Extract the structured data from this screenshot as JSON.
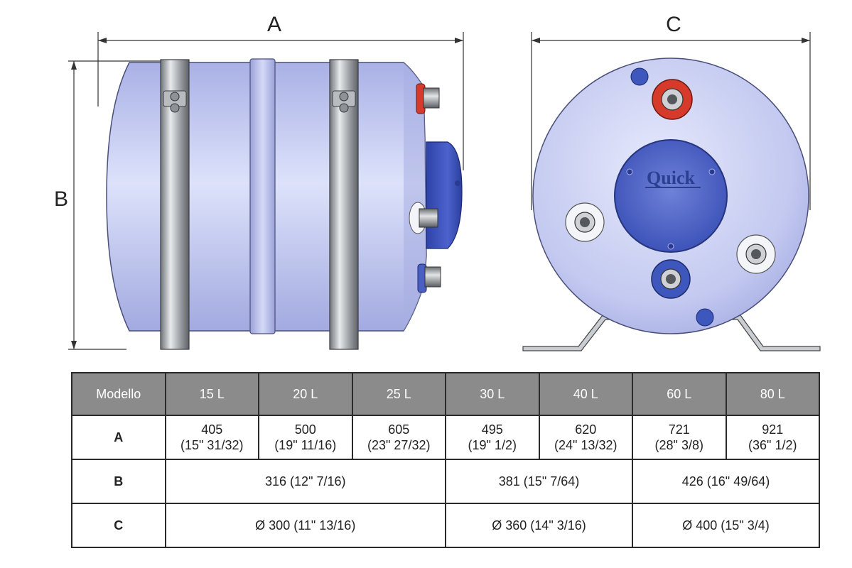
{
  "dimensions": {
    "a_label": "A",
    "b_label": "B",
    "c_label": "C"
  },
  "brand": {
    "logo_text": "Quick"
  },
  "colors": {
    "tank_body": "#b9c0ec",
    "tank_highlight": "#dde2fa",
    "tank_shadow": "#9aa2d8",
    "flange": "#3f55c0",
    "red_fitting": "#d63a2a",
    "blue_fitting": "#3e57bd",
    "strap_steel": "#a8acb0",
    "table_header": "#8b8b8b"
  },
  "table": {
    "header": [
      "Modello",
      "15 L",
      "20 L",
      "25 L",
      "30 L",
      "40 L",
      "60 L",
      "80 L"
    ],
    "row_a": {
      "label": "A",
      "cells": [
        {
          "mm": "405",
          "inch": "(15\" 31/32)"
        },
        {
          "mm": "500",
          "inch": "(19\" 11/16)"
        },
        {
          "mm": "605",
          "inch": "(23\" 27/32)"
        },
        {
          "mm": "495",
          "inch": "(19\" 1/2)"
        },
        {
          "mm": "620",
          "inch": "(24\" 13/32)"
        },
        {
          "mm": "721",
          "inch": "(28\" 3/8)"
        },
        {
          "mm": "921",
          "inch": "(36\" 1/2)"
        }
      ]
    },
    "row_b": {
      "label": "B",
      "cells": [
        "316 (12\" 7/16)",
        "381 (15\" 7/64)",
        "426 (16\" 49/64)"
      ]
    },
    "row_c": {
      "label": "C",
      "cells": [
        "Ø 300 (11\" 13/16)",
        "Ø 360 (14\" 3/16)",
        "Ø 400 (15\" 3/4)"
      ]
    }
  }
}
